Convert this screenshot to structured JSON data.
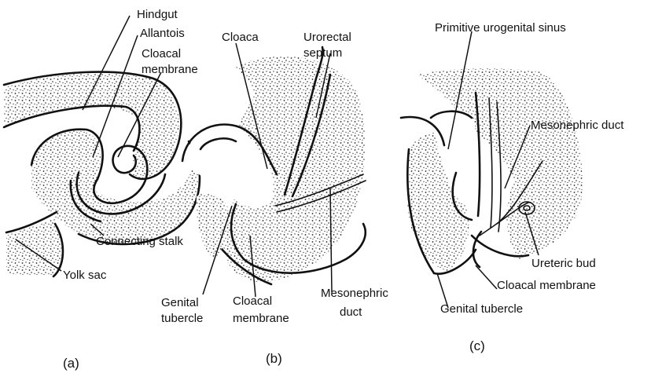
{
  "panels": {
    "a": {
      "label": "(a)",
      "labels": {
        "hindgut": "Hindgut",
        "allantois": "Allantois",
        "cloacal_membrane_1": "Cloacal",
        "cloacal_membrane_2": "membrane",
        "connecting_stalk": "Connecting stalk",
        "yolk_sac": "Yolk sac"
      }
    },
    "b": {
      "label": "(b)",
      "labels": {
        "cloaca": "Cloaca",
        "urorectal_1": "Urorectal",
        "urorectal_2": "septum",
        "genital_1": "Genital",
        "genital_2": "tubercle",
        "cloacal_1": "Cloacal",
        "cloacal_2": "membrane",
        "mesonephric_1": "Mesonephric",
        "mesonephric_2": "duct"
      }
    },
    "c": {
      "label": "(c)",
      "labels": {
        "urogenital_sinus": "Primitive urogenital sinus",
        "mesonephric_duct": "Mesonephric duct",
        "ureteric_bud": "Ureteric bud",
        "cloacal_membrane": "Cloacal membrane",
        "genital_tubercle": "Genital tubercle"
      }
    }
  },
  "colors": {
    "ink": "#111111",
    "paper": "#ffffff"
  }
}
